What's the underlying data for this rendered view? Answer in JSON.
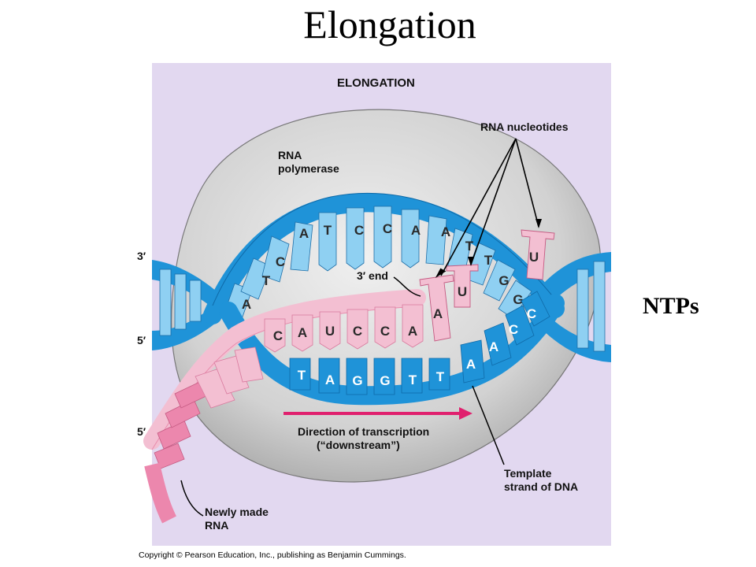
{
  "slide": {
    "title": "Elongation",
    "side_label": "NTPs",
    "copyright": "Copyright © Pearson Education, Inc., publishing as Benjamin Cummings."
  },
  "figure": {
    "heading": "ELONGATION",
    "labels": {
      "rna_polymerase_line1": "RNA",
      "rna_polymerase_line2": "polymerase",
      "rna_nucleotides": "RNA nucleotides",
      "three_prime_end": "3′ end",
      "direction_line1": "Direction of transcription",
      "direction_line2": "(“downstream”)",
      "template_line1": "Template",
      "template_line2": "strand of DNA",
      "newly_made_line1": "Newly made",
      "newly_made_line2": "RNA"
    },
    "strand_ends": [
      "3′",
      "5′",
      "5′"
    ],
    "nontemplate_bases": [
      "A",
      "T",
      "C",
      "A",
      "T",
      "C",
      "C",
      "A",
      "A",
      "T",
      "T",
      "G",
      "G"
    ],
    "rna_bases": [
      "C",
      "A",
      "U",
      "C",
      "C",
      "A"
    ],
    "template_bases": [
      "T",
      "A",
      "G",
      "G",
      "T",
      "T",
      "A",
      "A",
      "C",
      "C"
    ],
    "incoming_nucleotides": [
      "A",
      "U",
      "U"
    ],
    "colors": {
      "background": "#e2d8f0",
      "polymerase": "#cfcfcf",
      "dna_light": "#8fd0f2",
      "dna_dark": "#1f93d8",
      "rna": "#f3bfd2",
      "rna_dark": "#ec87ad",
      "arrow": "#e0206e"
    }
  }
}
